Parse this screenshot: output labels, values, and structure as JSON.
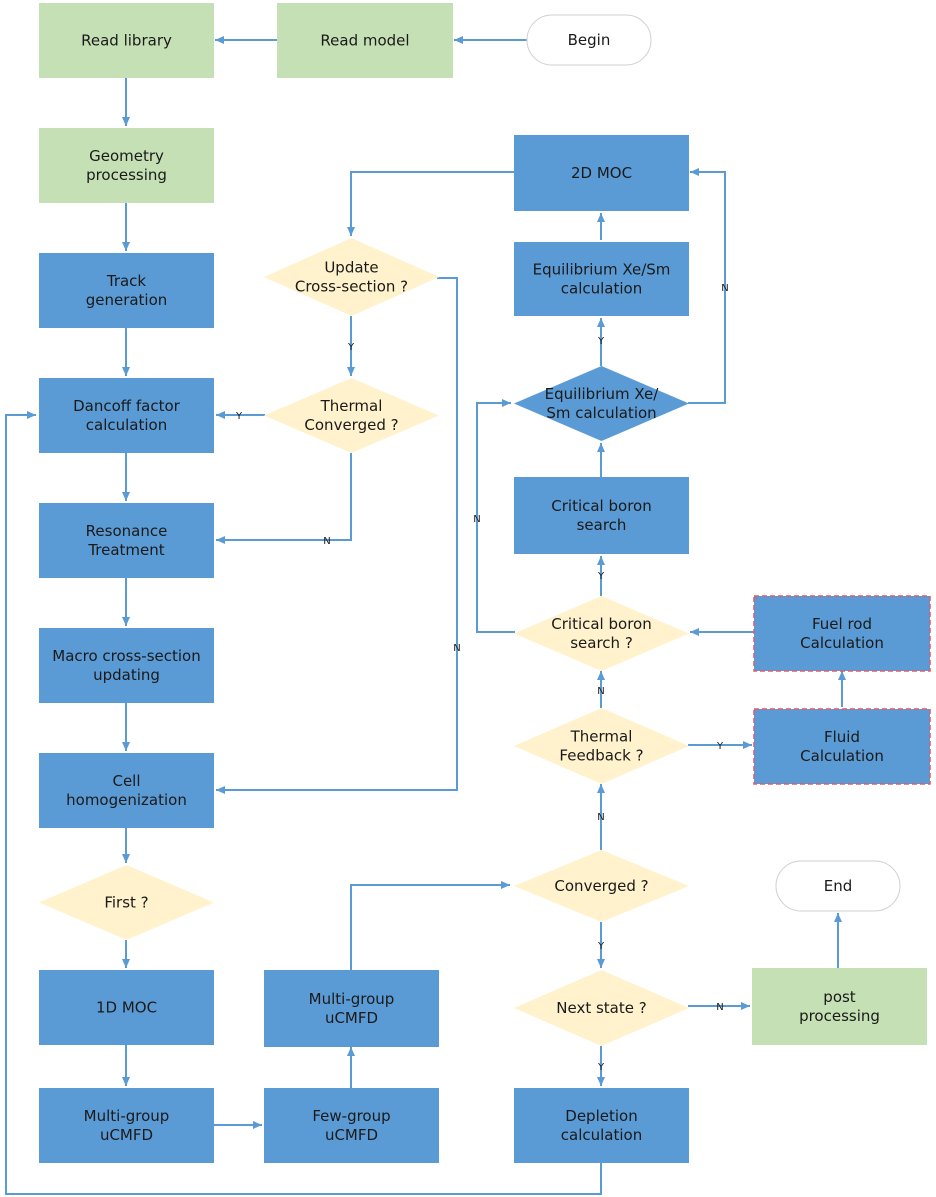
{
  "colors": {
    "process": "#5b9bd5",
    "io": "#c5e0b4",
    "decision": "#fff2cc",
    "terminal": "#ffffff",
    "line": "#5b9bd5",
    "dashed_border": "#e05a6a"
  },
  "nodes": {
    "begin": {
      "lines": [
        "Begin"
      ]
    },
    "read_model": {
      "lines": [
        "Read model"
      ]
    },
    "read_library": {
      "lines": [
        "Read library"
      ]
    },
    "geometry": {
      "lines": [
        "Geometry",
        "processing"
      ]
    },
    "track": {
      "lines": [
        "Track",
        "generation"
      ]
    },
    "dancoff": {
      "lines": [
        "Dancoff factor",
        "calculation"
      ]
    },
    "resonance": {
      "lines": [
        "Resonance",
        "Treatment"
      ]
    },
    "macro_xs": {
      "lines": [
        "Macro cross-section",
        "updating"
      ]
    },
    "cell_homog": {
      "lines": [
        "Cell",
        "homogenization"
      ]
    },
    "first": {
      "lines": [
        "First ?"
      ]
    },
    "moc1d": {
      "lines": [
        "1D MOC"
      ]
    },
    "mg_ucmfd_left": {
      "lines": [
        "Multi-group",
        "uCMFD"
      ]
    },
    "fg_ucmfd": {
      "lines": [
        "Few-group",
        "uCMFD"
      ]
    },
    "mg_ucmfd_mid": {
      "lines": [
        "Multi-group",
        "uCMFD"
      ]
    },
    "update_xs": {
      "lines": [
        "Update",
        "Cross-section ?"
      ]
    },
    "thermal_conv": {
      "lines": [
        "Thermal",
        "Converged ?"
      ]
    },
    "moc2d": {
      "lines": [
        "2D MOC"
      ]
    },
    "eq_xesm_box": {
      "lines": [
        "Equilibrium Xe/Sm",
        "calculation"
      ]
    },
    "eq_xesm_dec": {
      "lines": [
        "Equilibrium Xe/",
        "Sm calculation"
      ]
    },
    "crit_boron_box": {
      "lines": [
        "Critical boron",
        "search"
      ]
    },
    "crit_boron_dec": {
      "lines": [
        "Critical boron",
        "search ?"
      ]
    },
    "thermal_fb": {
      "lines": [
        "Thermal",
        "Feedback ?"
      ]
    },
    "converged": {
      "lines": [
        "Converged ?"
      ]
    },
    "next_state": {
      "lines": [
        "Next state ?"
      ]
    },
    "depletion": {
      "lines": [
        "Depletion",
        "calculation"
      ]
    },
    "fuel_rod": {
      "lines": [
        "Fuel rod",
        "Calculation"
      ]
    },
    "fluid": {
      "lines": [
        "Fluid",
        "Calculation"
      ]
    },
    "post": {
      "lines": [
        "post",
        "processing"
      ]
    },
    "end": {
      "lines": [
        "End"
      ]
    }
  },
  "edge_labels": {
    "update_to_thermal": "Y",
    "thermal_to_dancoff": "Y",
    "thermal_to_resonance": "N",
    "update_to_cell": "N",
    "eqdec_to_moc2d": "N",
    "eqdec_to_eqbox": "Y",
    "critdec_to_eqdec": "N",
    "critdec_to_critbox": "Y",
    "thermalfb_to_critdec": "N",
    "thermalfb_to_fluid": "Y",
    "converged_to_thermalfb": "N",
    "converged_to_next": "Y",
    "next_to_post": "N",
    "next_to_depletion": "Y"
  }
}
